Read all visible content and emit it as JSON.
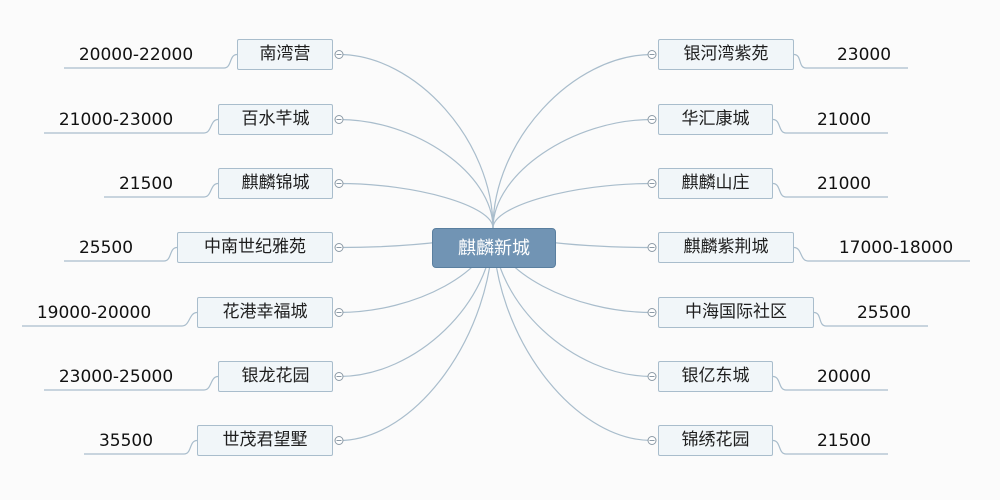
{
  "central_topic": "麒麟新城",
  "left_branches": [
    {
      "name": "南湾营",
      "price": "20000-22000"
    },
    {
      "name": "百水芊城",
      "price": "21000-23000"
    },
    {
      "name": "麒麟锦城",
      "price": "21500"
    },
    {
      "name": "中南世纪雅苑",
      "price": "25500"
    },
    {
      "name": "花港幸福城",
      "price": "19000-20000"
    },
    {
      "name": "银龙花园",
      "price": "23000-25000"
    },
    {
      "name": "世茂君望墅",
      "price": "35500"
    }
  ],
  "right_branches": [
    {
      "name": "银河湾紫苑",
      "price": "23000"
    },
    {
      "name": "华汇康城",
      "price": "21000"
    },
    {
      "name": "麒麟山庄",
      "price": "21000"
    },
    {
      "name": "麒麟紫荆城",
      "price": "17000-18000"
    },
    {
      "name": "中海国际社区",
      "price": "25500"
    },
    {
      "name": "银亿东城",
      "price": "20000"
    },
    {
      "name": "锦绣花园",
      "price": "21500"
    }
  ],
  "colors": {
    "center_fill": "#7194b4",
    "node_fill": "#f1f6f9",
    "line": "#a9bdcc"
  }
}
